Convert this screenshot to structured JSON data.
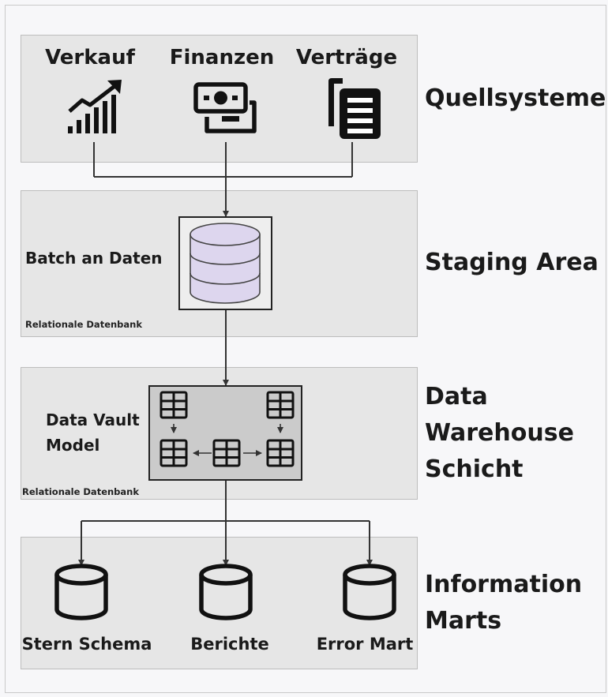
{
  "layers": {
    "sources": "Quellsysteme",
    "staging": "Staging Area",
    "dwh_line1": "Data",
    "dwh_line2": "Warehouse",
    "dwh_line3": "Schicht",
    "marts_line1": "Information",
    "marts_line2": "Marts"
  },
  "sources": {
    "sales": {
      "label": "Verkauf",
      "icon": "growth-chart-icon"
    },
    "finance": {
      "label": "Finanzen",
      "icon": "money-icon"
    },
    "contracts": {
      "label": "Verträge",
      "icon": "documents-icon"
    }
  },
  "staging": {
    "title": "Batch an Daten",
    "db_type": "Relationale Datenbank",
    "icon": "database-icon",
    "db_fill": "#ddd6ee"
  },
  "dwh": {
    "title_line1": "Data Vault",
    "title_line2": "Model",
    "db_type": "Relationale Datenbank",
    "icon": "table-icon"
  },
  "marts": [
    {
      "label": "Stern Schema",
      "icon": "database-icon"
    },
    {
      "label": "Berichte",
      "icon": "database-icon"
    },
    {
      "label": "Error Mart",
      "icon": "database-icon"
    }
  ]
}
